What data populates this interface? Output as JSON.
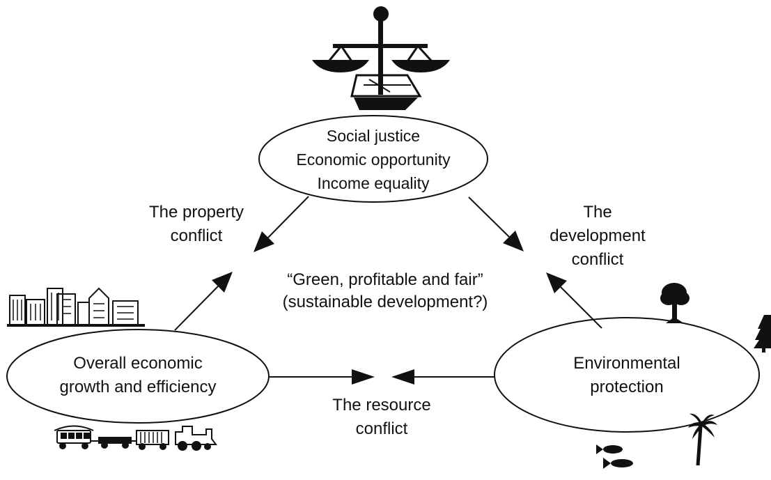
{
  "nodes": {
    "social": {
      "lines": [
        "Social justice",
        "Economic opportunity",
        "Income equality"
      ]
    },
    "economic": {
      "lines": [
        "Overall economic",
        "growth and efficiency"
      ]
    },
    "environmental": {
      "lines": [
        "Environmental",
        "protection"
      ]
    }
  },
  "center": {
    "lines": [
      "“Green, profitable and fair”",
      "(sustainable development?)"
    ]
  },
  "conflicts": {
    "property": {
      "lines": [
        "The property",
        "conflict"
      ]
    },
    "development": {
      "lines": [
        "The",
        "development",
        "conflict"
      ]
    },
    "resource": {
      "lines": [
        "The resource",
        "conflict"
      ]
    }
  },
  "pictograms": [
    "scales-of-justice-icon",
    "city-buildings-icon",
    "train-icon",
    "tree-icon",
    "pine-tree-icon",
    "fish-icon",
    "palm-tree-icon"
  ]
}
